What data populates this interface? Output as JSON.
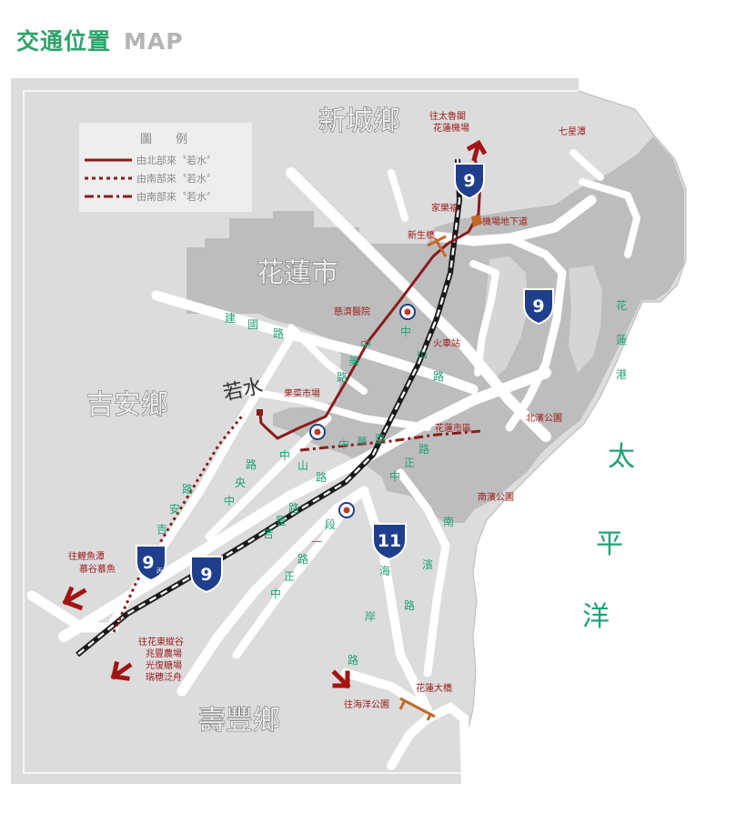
{
  "header": {
    "title_zh": "交通位置",
    "title_en": "MAP"
  },
  "legend": {
    "title": "圖　　例",
    "items": [
      {
        "label": "由北部來〝若水〞",
        "style": "solid"
      },
      {
        "label": "由南部來〝若水〞",
        "style": "dotted"
      },
      {
        "label": "由南部來〝若水〞",
        "style": "dash-dot"
      }
    ]
  },
  "districts": {
    "xincheng": "新城鄉",
    "hualien_city": "花蓮市",
    "jian": "吉安鄉",
    "shoufeng": "壽豐鄉"
  },
  "ocean": {
    "chars": [
      "太",
      "平",
      "洋"
    ]
  },
  "destination": "若水",
  "places": {
    "airport_line1": "往太魯閣",
    "airport_line2": "花蓮機場",
    "qixingtan": "七星潭",
    "carrefour": "家樂福",
    "airport_underpass": "機場地下道",
    "xinsheng_bridge": "新生橋",
    "tzu_chi": "慈濟醫院",
    "train_station": "火車站",
    "market": "果菜市場",
    "city_district": "花蓮市區",
    "beibin_park": "北濱公園",
    "nanbin_park": "南濱公園",
    "liyu_line1": "往鯉魚潭",
    "liyu_line2": "慕谷慕魚",
    "south_line1": "往花東縱谷",
    "south_line2": "兆豐農場",
    "south_line3": "光復糖場",
    "south_line4": "瑞穗泛舟",
    "hualien_bridge": "花蓮大橋",
    "ocean_park": "往海洋公園"
  },
  "roads": {
    "jianguo": [
      "建",
      "國",
      "路"
    ],
    "zhongmei": [
      "中",
      "美",
      "路"
    ],
    "zhongshan_n": [
      "中",
      "山",
      "路"
    ],
    "zhonghua": [
      "中",
      "華",
      "路"
    ],
    "zhongzheng_e": [
      "中",
      "正",
      "路"
    ],
    "jian_rd": [
      "吉",
      "安",
      "路"
    ],
    "zhongyang": [
      "中",
      "央",
      "路"
    ],
    "zhongshan_s": [
      "中",
      "山",
      "路"
    ],
    "jifeng": [
      "吉",
      "豐",
      "路"
    ],
    "zhongzheng_s": [
      "中",
      "正",
      "路",
      "一",
      "段"
    ],
    "haian": [
      "海",
      "岸",
      "路"
    ],
    "nanbin": [
      "南",
      "濱",
      "路"
    ],
    "hualien_port": [
      "花",
      "蓮",
      "港"
    ]
  },
  "highways": {
    "nine": "9",
    "nine_c": "9",
    "nine_c_suffix": "丙",
    "eleven": "11"
  },
  "colors": {
    "route_red": "#8a1c1c",
    "rail": "#1a1a1a",
    "shield_blue": "#1f3f8c",
    "land_light": "#dcdcdc",
    "land_dark": "#bcbcbc",
    "sea": "#ffffff",
    "district_text": "#eeeeee",
    "title_green": "#2ea36b"
  },
  "icons": {
    "direction": "arrow-icon",
    "shield": "highway-shield-icon",
    "poi": "hospital-marker-icon"
  }
}
